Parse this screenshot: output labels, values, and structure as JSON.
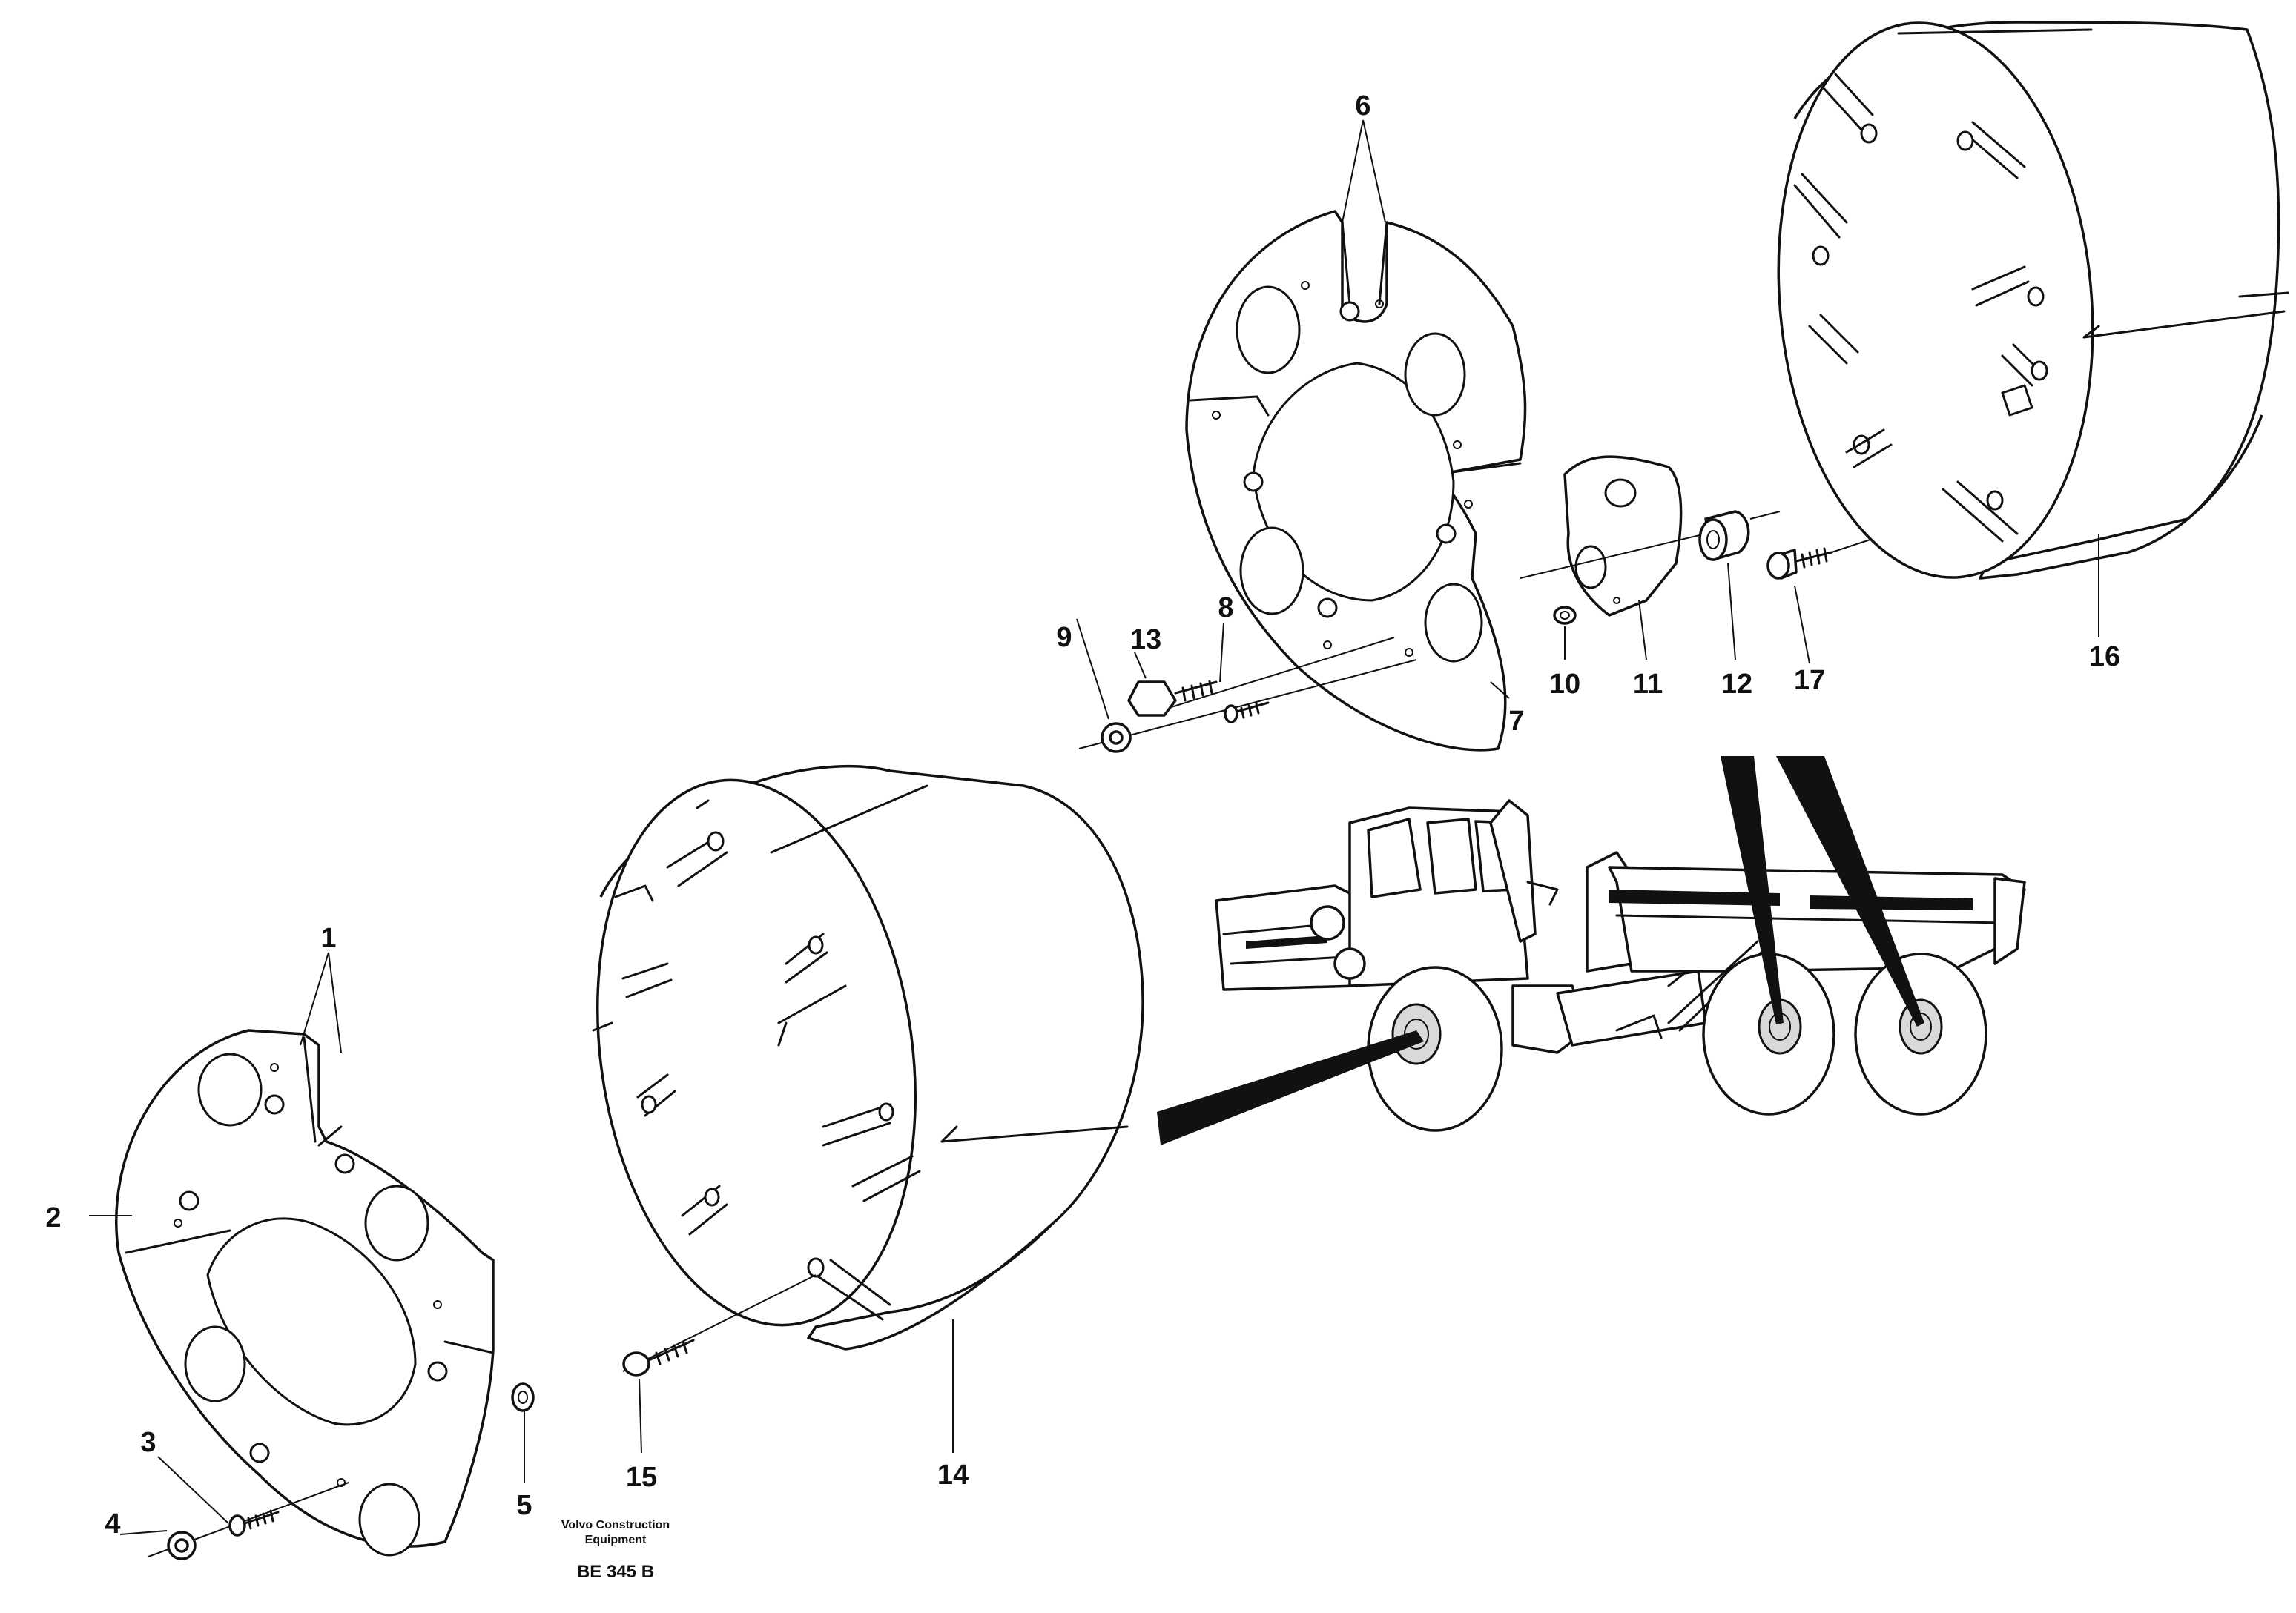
{
  "diagram": {
    "callouts": [
      {
        "id": "1",
        "text": "1"
      },
      {
        "id": "2",
        "text": "2"
      },
      {
        "id": "3",
        "text": "3"
      },
      {
        "id": "4",
        "text": "4"
      },
      {
        "id": "5",
        "text": "5"
      },
      {
        "id": "6",
        "text": "6"
      },
      {
        "id": "7",
        "text": "7"
      },
      {
        "id": "8",
        "text": "8"
      },
      {
        "id": "9",
        "text": "9"
      },
      {
        "id": "10",
        "text": "10"
      },
      {
        "id": "11",
        "text": "11"
      },
      {
        "id": "12",
        "text": "12"
      },
      {
        "id": "13",
        "text": "13"
      },
      {
        "id": "14",
        "text": "14"
      },
      {
        "id": "15",
        "text": "15"
      },
      {
        "id": "16",
        "text": "16"
      },
      {
        "id": "17",
        "text": "17"
      }
    ],
    "caption": {
      "line1": "Volvo Construction",
      "line2": "Equipment",
      "code": "BE 345 B"
    }
  }
}
